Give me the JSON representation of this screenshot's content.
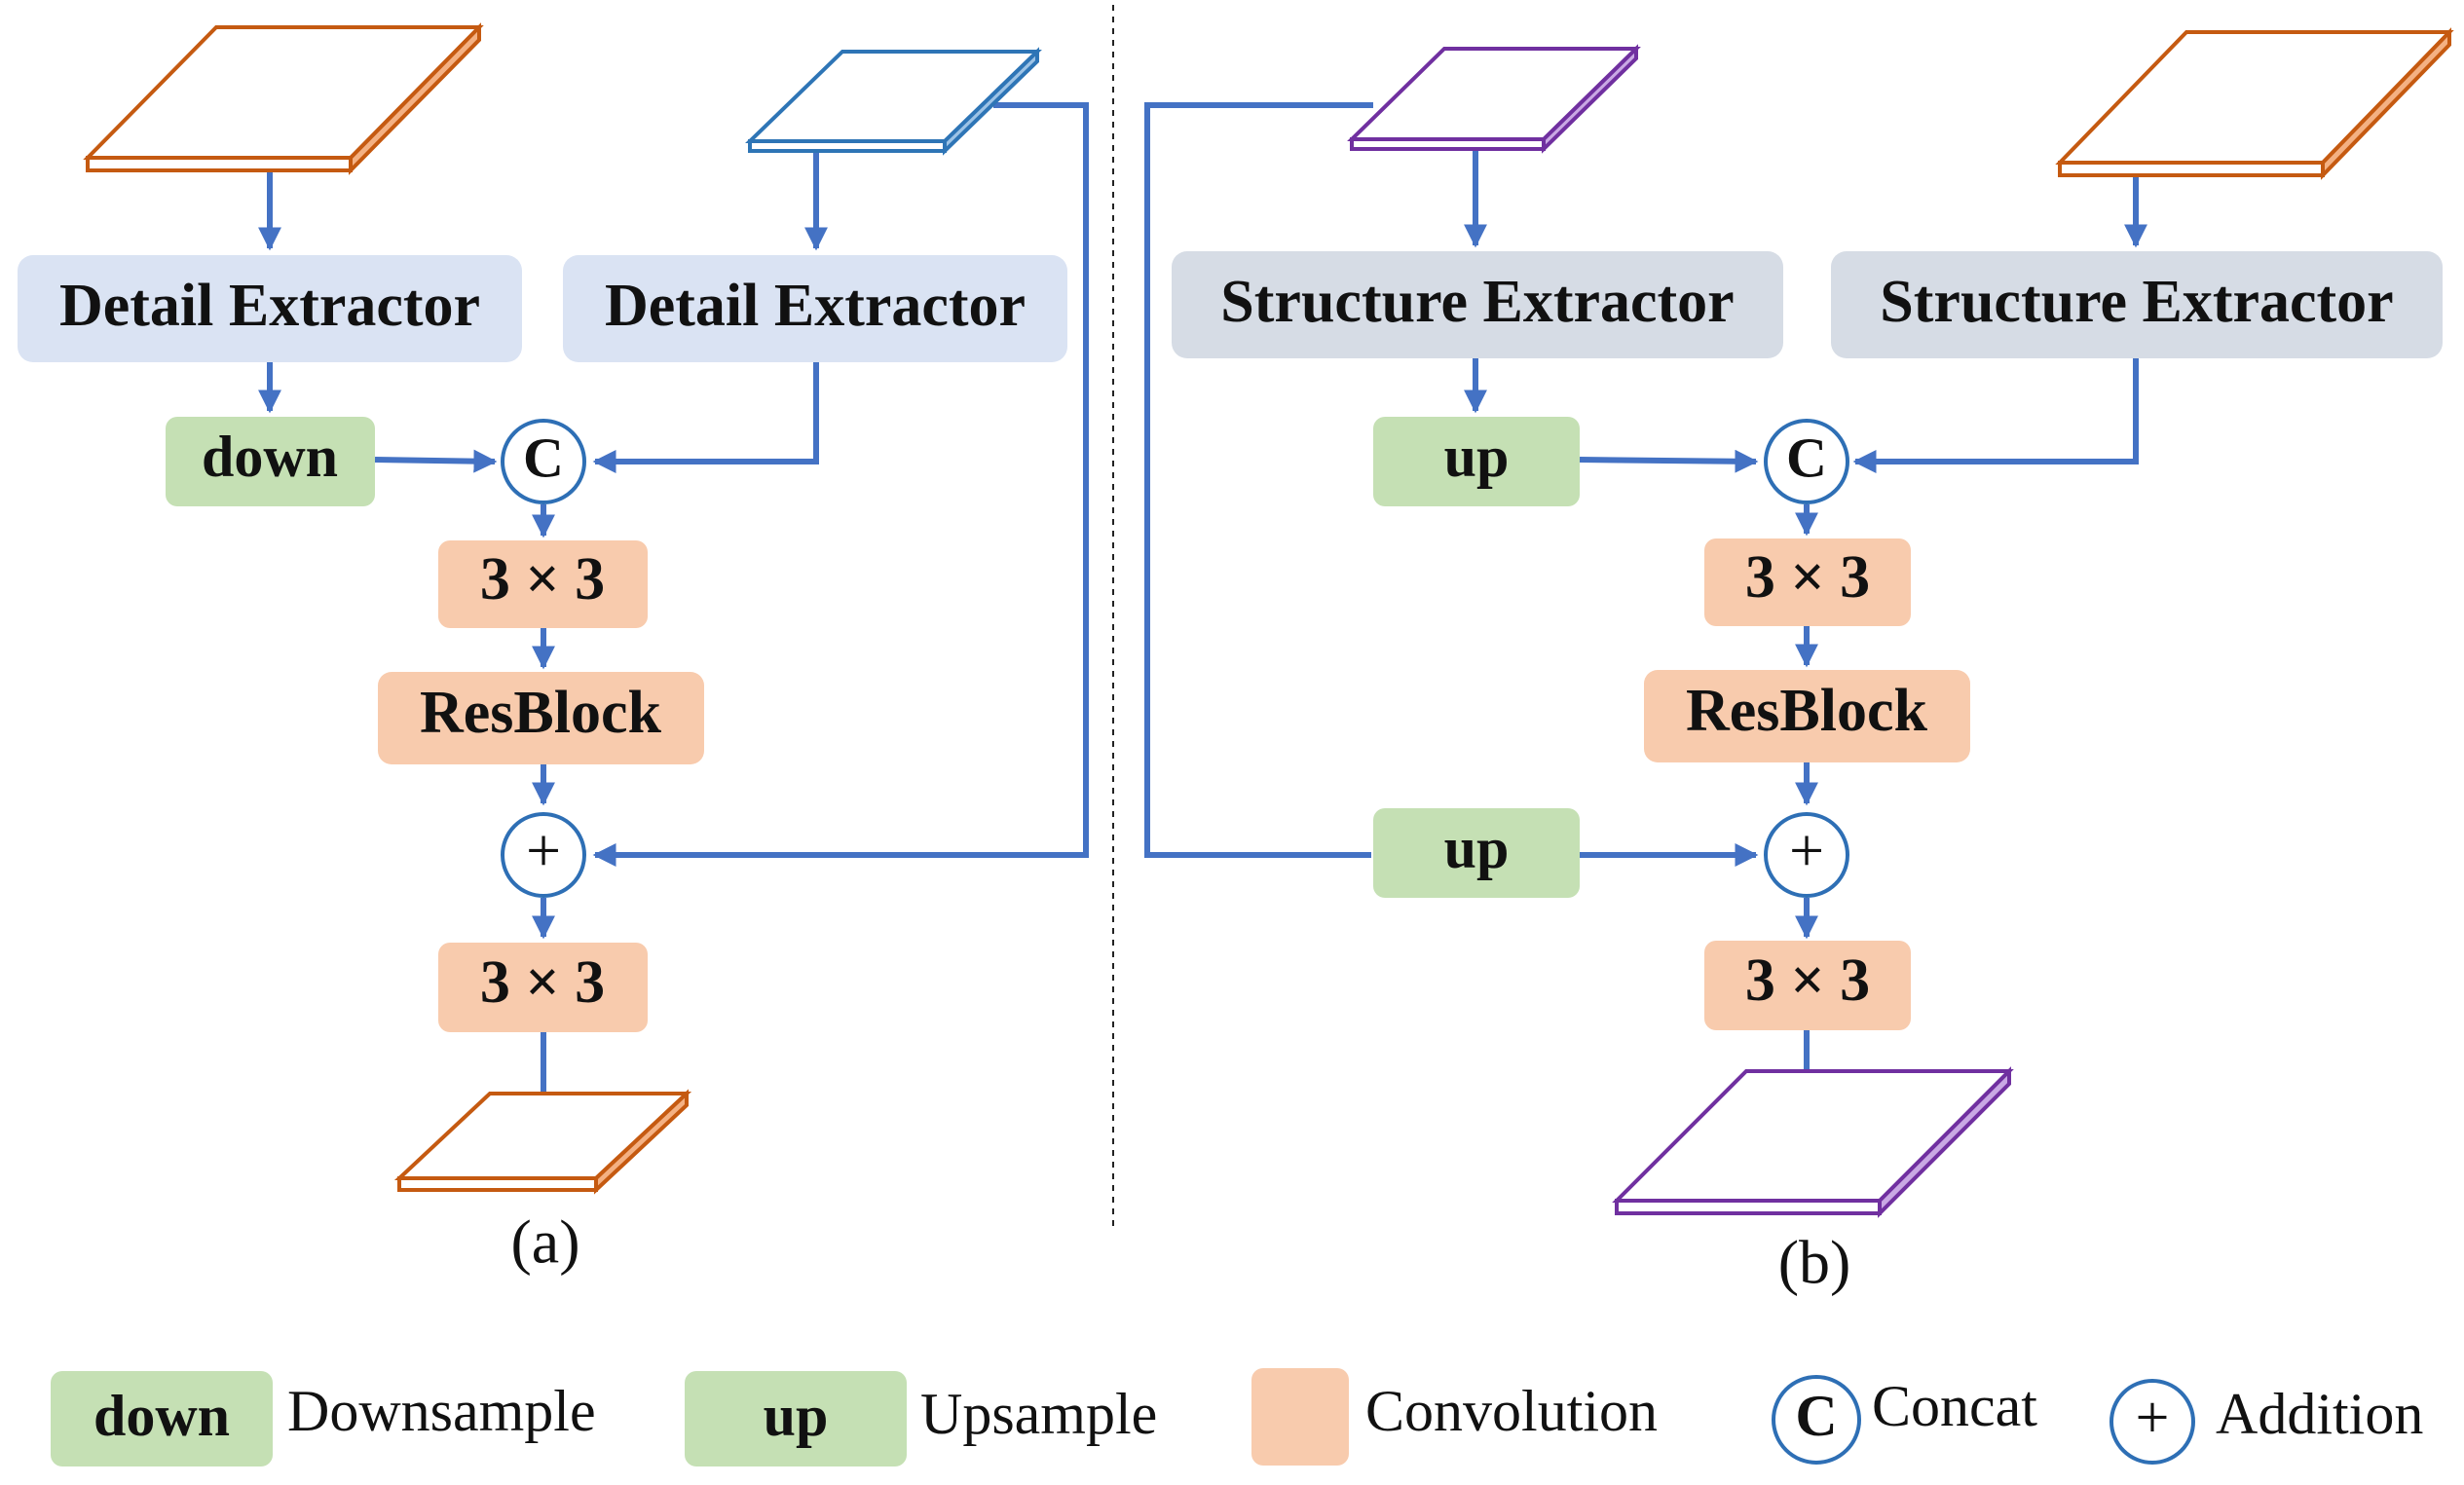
{
  "panel_a": {
    "caption": "(a)",
    "extractor_left": "Detail Extractor",
    "extractor_right": "Detail Extractor",
    "down": "down",
    "concat": "C",
    "conv1": "3 × 3",
    "resblock": "ResBlock",
    "add": "+",
    "conv2": "3 × 3"
  },
  "panel_b": {
    "caption": "(b)",
    "extractor_left": "Structure Extractor",
    "extractor_right": "Structure Extractor",
    "up1": "up",
    "concat": "C",
    "conv1": "3 × 3",
    "resblock": "ResBlock",
    "up2": "up",
    "add": "+",
    "conv2": "3 × 3"
  },
  "legend": {
    "down_box": "down",
    "down_text": "Downsample",
    "up_box": "up",
    "up_text": "Upsample",
    "conv_text": "Convolution",
    "concat_symbol": "C",
    "concat_text": "Concat",
    "add_symbol": "+",
    "add_text": "Addition"
  },
  "colors": {
    "arrow": "#4472c4",
    "extractor_a": "#dae3f3",
    "extractor_b": "#d6dce5",
    "sample": "#c5e0b4",
    "conv": "#f8cbad",
    "feature_orange": "#c55a11",
    "feature_blue": "#2e75b6",
    "feature_purple": "#7030a0"
  }
}
